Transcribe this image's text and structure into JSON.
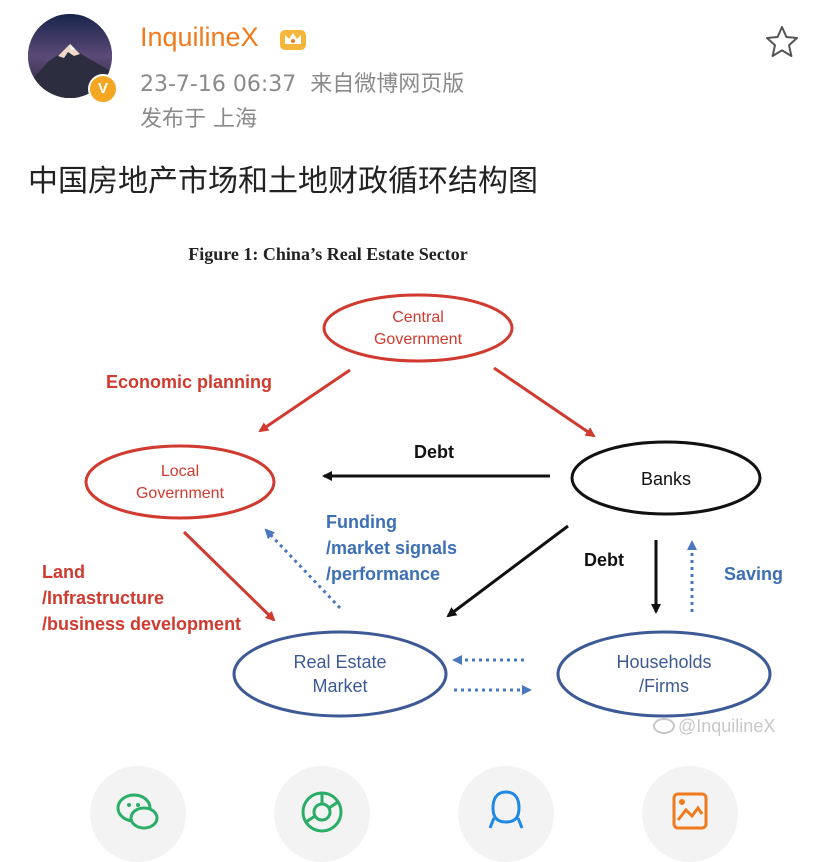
{
  "header": {
    "username": "InquilineX",
    "timestamp": "23-7-16 06:37",
    "source": "来自微博网页版",
    "location": "发布于 上海",
    "verified_badge": "V"
  },
  "post": {
    "text": "中国房地产市场和土地财政循环结构图"
  },
  "figure": {
    "title": "Figure 1: China’s Real Estate Sector",
    "watermark": "@InquilineX",
    "nodes": {
      "central_line1": "Central",
      "central_line2": "Government",
      "local_line1": "Local",
      "local_line2": "Government",
      "banks": "Banks",
      "realestate_line1": "Real Estate",
      "realestate_line2": "Market",
      "households_line1": "Households",
      "households_line2": "/Firms"
    },
    "labels": {
      "economic_planning": "Economic planning",
      "debt_top": "Debt",
      "debt_right": "Debt",
      "funding_line1": "Funding",
      "funding_line2": "/market signals",
      "funding_line3": "/performance",
      "saving": "Saving",
      "land_line1": "Land",
      "land_line2": "/Infrastructure",
      "land_line3": "/business development"
    },
    "colors": {
      "red": "#d03a2f",
      "black": "#111111",
      "blue": "#3d5a96",
      "dotted_blue": "#4a78c0"
    }
  },
  "share_bar": {
    "icons": [
      "wechat-icon",
      "moments-icon",
      "qq-icon",
      "save-image-icon"
    ],
    "colors": [
      "#2aae67",
      "#2aae67",
      "#1e88e5",
      "#f07b1f"
    ]
  }
}
